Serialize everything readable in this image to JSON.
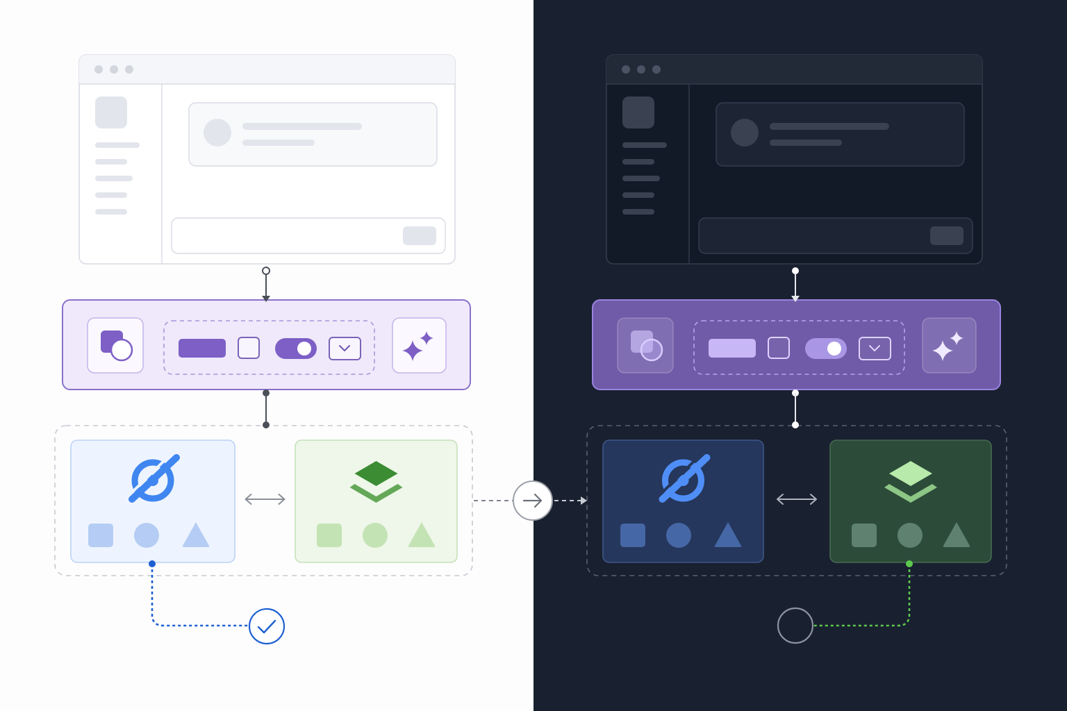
{
  "themes": {
    "light": {
      "name": "",
      "background": "#fdfdfe",
      "window": {
        "frame": "#d9dbe4",
        "chrome": "#f5f6f9",
        "placeholder": "#e3e5ec"
      },
      "toolbar": {
        "fill": "#efe9fb",
        "border": "#8a70c9",
        "accent": "#7d5fc6"
      },
      "cards": {
        "blue": {
          "fill": "#eef4ff",
          "border": "#bcd2f4",
          "icon": "#3f86f0",
          "shape": "#b5cdf4"
        },
        "green": {
          "fill": "#eef7e9",
          "border": "#c5e2b8",
          "icon": "#3b8c32",
          "shape": "#c4e3b4"
        }
      },
      "status": {
        "type": "check",
        "color": "#1c5fd0"
      }
    },
    "dark": {
      "name": "",
      "background": "#19202f",
      "window": {
        "frame": "#353d4e",
        "chrome": "#222a38",
        "placeholder": "#3a4252"
      },
      "toolbar": {
        "fill": "#6f5ba8",
        "border": "#9a84e0",
        "accent": "#c7b6ff"
      },
      "cards": {
        "blue": {
          "fill": "#25375c",
          "border": "#3e5687",
          "icon": "#4f8ef7",
          "shape": "#4667a6"
        },
        "green": {
          "fill": "#2c4b39",
          "border": "#466a52",
          "icon": "#9fdc93",
          "shape": "#5f8270"
        }
      },
      "status": {
        "type": "empty",
        "color": "#8d93a0"
      }
    }
  },
  "connector": {
    "transition_icon": "arrow-right-icon",
    "color": "#9aa0aa"
  },
  "toolbar_icons": [
    "shapes-icon",
    "button-preview",
    "checkbox-preview",
    "toggle-preview",
    "dropdown-preview",
    "sparkles-icon"
  ],
  "card_icons": {
    "blue": "focus-target-icon",
    "green": "layers-icon"
  },
  "swap_icon": "bidirectional-arrow-icon"
}
